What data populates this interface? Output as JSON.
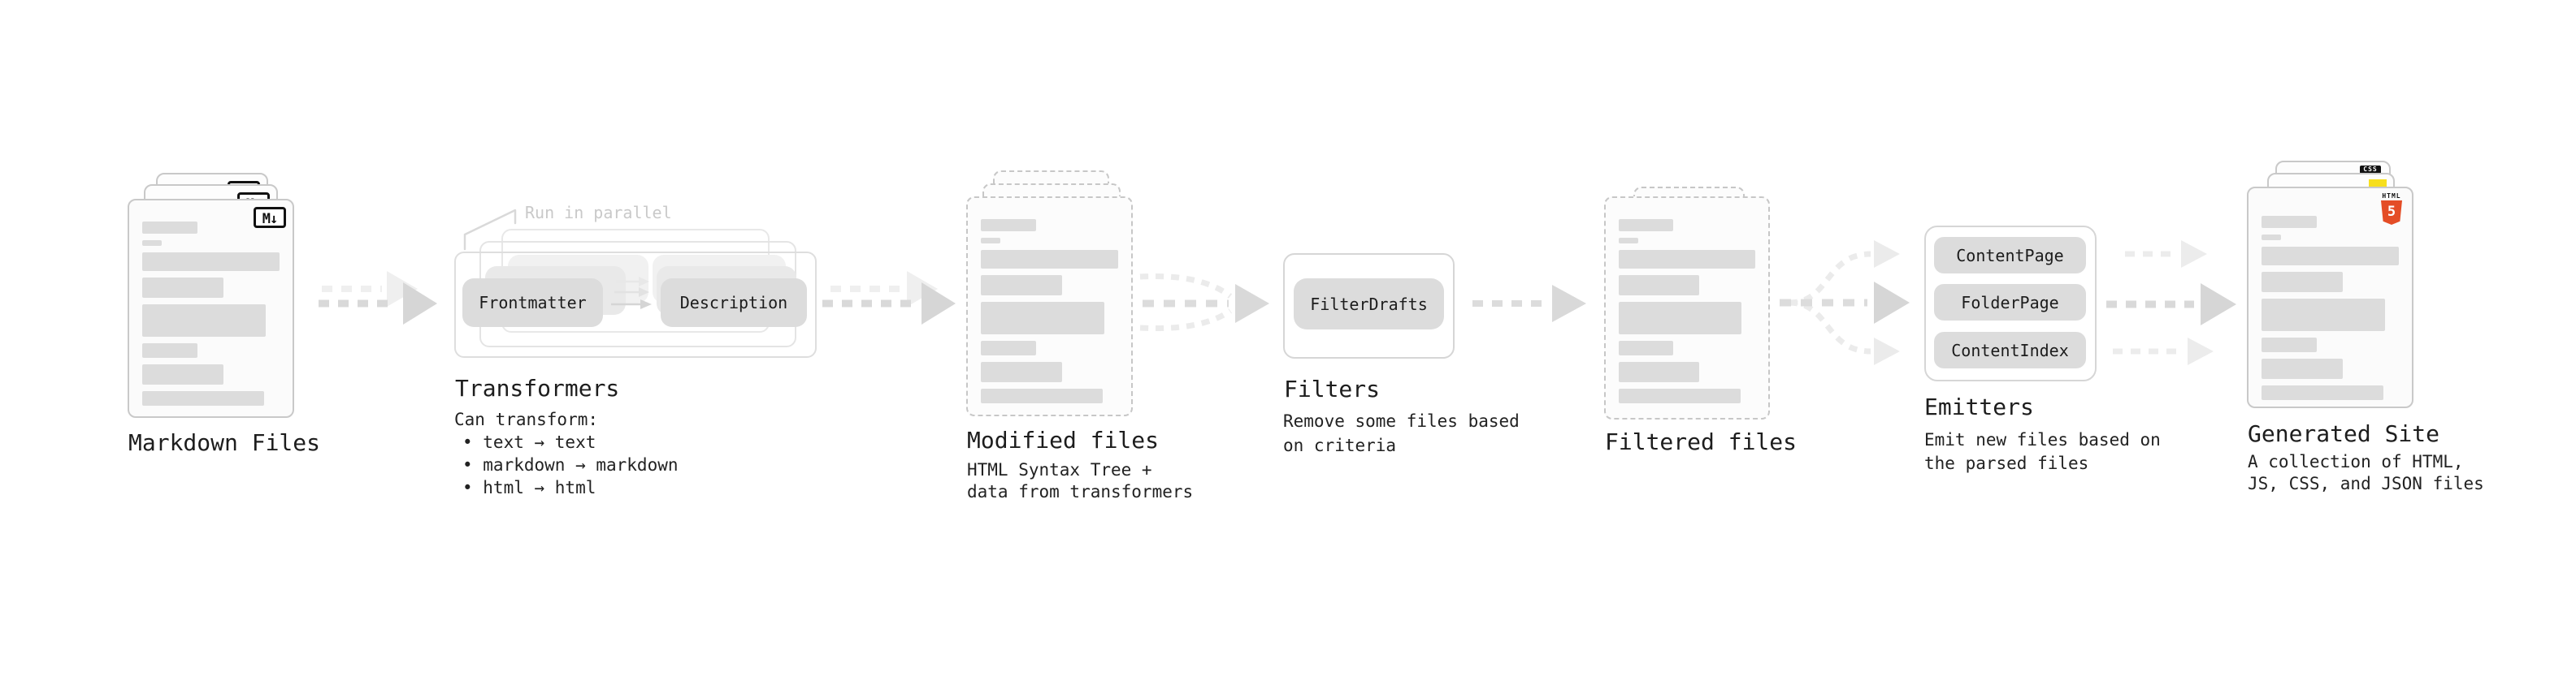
{
  "diagram": {
    "markdown": {
      "title": "Markdown Files",
      "icon_label": "M↓"
    },
    "transformers": {
      "note": "Run in parallel",
      "pill_frontmatter": "Frontmatter",
      "pill_description": "Description",
      "title": "Transformers",
      "desc_heading": "Can transform:",
      "bullets": [
        "• text → text",
        "• markdown → markdown",
        "• html → html"
      ]
    },
    "modified": {
      "title": "Modified files",
      "desc_line1": "HTML Syntax Tree +",
      "desc_line2": "data from transformers"
    },
    "filters": {
      "pill": "FilterDrafts",
      "title": "Filters",
      "desc_line1": "Remove some files based",
      "desc_line2": "on criteria"
    },
    "filtered": {
      "title": "Filtered files"
    },
    "emitters": {
      "pills": [
        "ContentPage",
        "FolderPage",
        "ContentIndex"
      ],
      "title": "Emitters",
      "desc_line1": "Emit new files based on",
      "desc_line2": "the parsed files"
    },
    "generated": {
      "title": "Generated Site",
      "desc_line1": "A collection of HTML,",
      "desc_line2": "JS, CSS, and JSON files",
      "html_icon": {
        "label": "HTML",
        "number": "5"
      },
      "css_icon_label": "CSS"
    }
  },
  "colors": {
    "html5_orange": "#e44d26",
    "js_yellow": "#f7df1e",
    "css_blue": "#2456e0",
    "arrow_gray": "#d9d9d9",
    "card_border": "#c9c9c9"
  }
}
